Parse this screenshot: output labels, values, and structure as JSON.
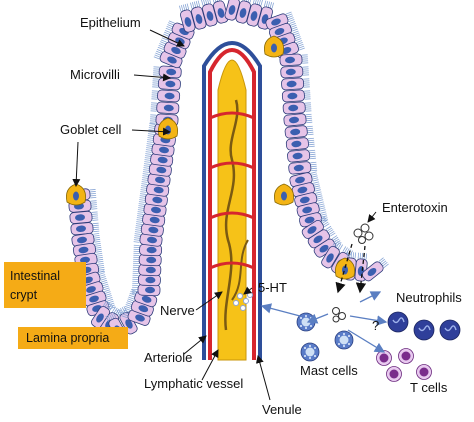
{
  "labels": {
    "epithelium": "Epithelium",
    "microvilli": "Microvilli",
    "goblet_cell": "Goblet cell",
    "enterotoxin": "Enterotoxin",
    "intestinal_crypt_line1": "Intestinal",
    "intestinal_crypt_line2": "crypt",
    "five_ht": "5-HT",
    "neutrophils": "Neutrophils",
    "question": "?",
    "nerve": "Nerve",
    "lamina_propria": "Lamina propria",
    "arteriole": "Arteriole",
    "mast_cells": "Mast cells",
    "lymphatic_vessel": "Lymphatic vessel",
    "t_cells": "T cells",
    "venule": "Venule"
  },
  "colors": {
    "epithelial_cell": "#e6c4e8",
    "nucleus": "#3b5fb0",
    "goblet": "#f3b415",
    "lymphatic": "#f6c218",
    "arteriole": "#d6262e",
    "venule": "#2e4f9a",
    "label_box": "#f5ab16",
    "neutrophil": "#2f3f9a",
    "mast_cell": "#5a7cc8",
    "t_cell": "#7a2c8c"
  }
}
